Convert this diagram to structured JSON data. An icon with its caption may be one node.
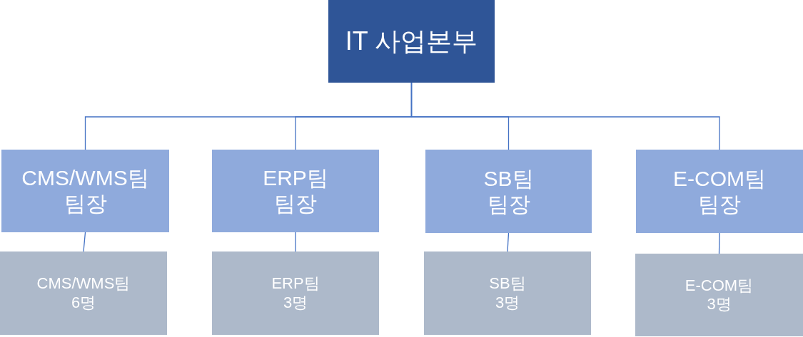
{
  "diagram": {
    "nodes": [
      {
        "text": [
          "IT 사업본부"
        ]
      },
      {
        "text": [
          "CMS/WMS팀",
          "팀장"
        ]
      },
      {
        "text": [
          "ERP팀",
          "팀장"
        ]
      },
      {
        "text": [
          "SB팀",
          "팀장"
        ]
      },
      {
        "text": [
          "E-COM팀",
          "팀장"
        ]
      },
      {
        "text": [
          "CMS/WMS팀",
          "6명"
        ]
      },
      {
        "text": [
          "ERP팀",
          "3명"
        ]
      },
      {
        "text": [
          "SB팀",
          "3명"
        ]
      },
      {
        "text": [
          "E-COM팀",
          "3명"
        ]
      }
    ],
    "edges": [
      {
        "from": 0,
        "to": 1,
        "arrow": "none"
      },
      {
        "from": 0,
        "to": 2,
        "arrow": "none"
      },
      {
        "from": 0,
        "to": 3,
        "arrow": "none"
      },
      {
        "from": 0,
        "to": 4,
        "arrow": "none"
      },
      {
        "from": 1,
        "to": 5,
        "arrow": "none"
      },
      {
        "from": 2,
        "to": 6,
        "arrow": "none"
      },
      {
        "from": 3,
        "to": 7,
        "arrow": "none"
      },
      {
        "from": 4,
        "to": 8,
        "arrow": "none"
      }
    ]
  }
}
